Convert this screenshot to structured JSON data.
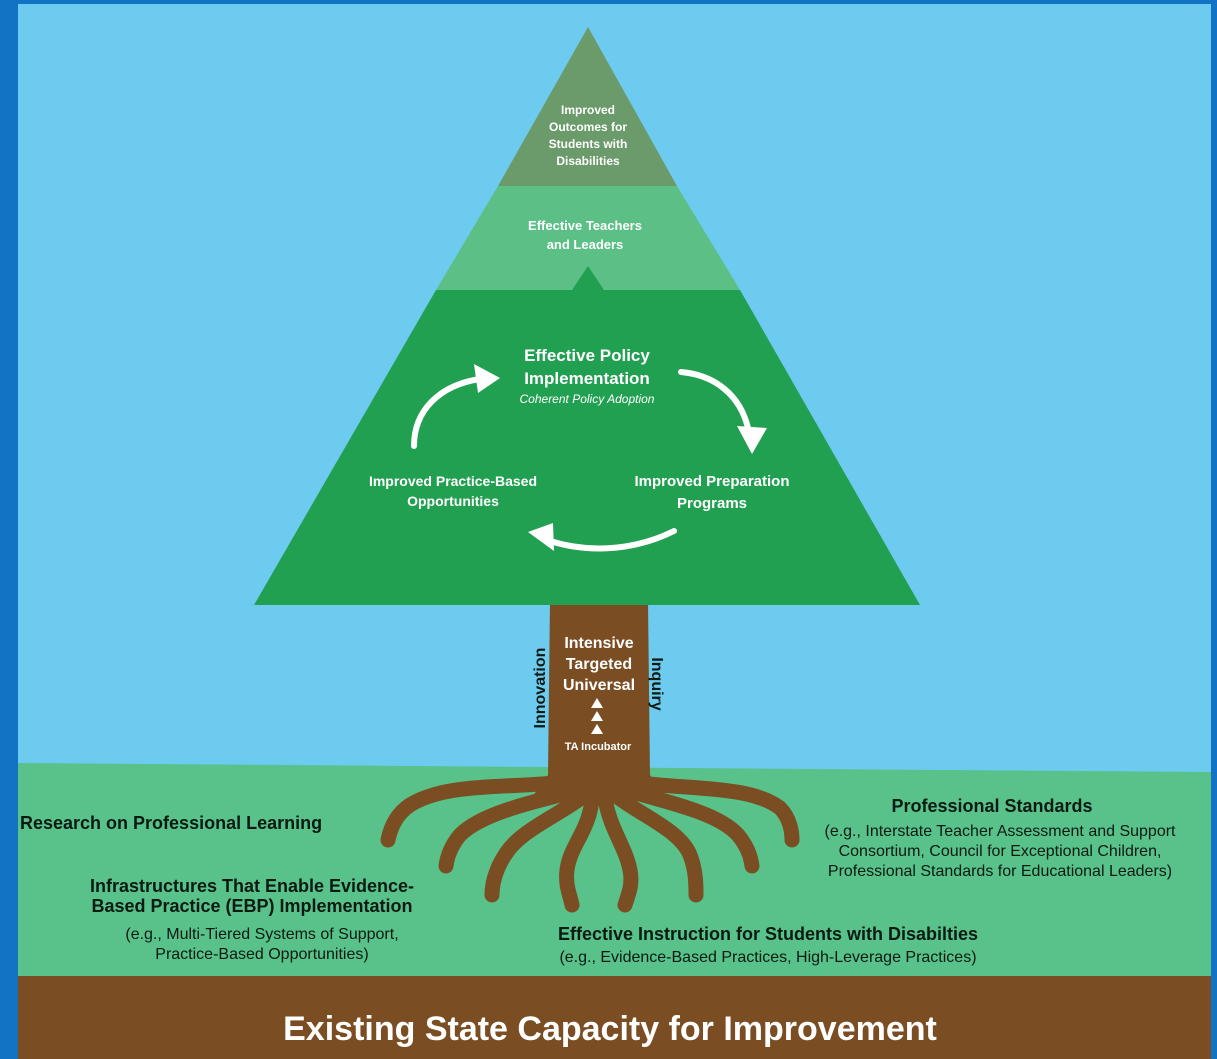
{
  "colors": {
    "frame": "#1273c4",
    "sky": "#6ecbf0",
    "tree_top": "#6b9a6b",
    "tree_middle": "#5bbf86",
    "tree_base": "#22a052",
    "grass": "#58c28a",
    "trunk": "#7a4e22",
    "soil": "#7a4e22",
    "text_dark": "#0b1a12",
    "text_light": "#ffffff"
  },
  "pyramid": {
    "top_label": [
      "Improved",
      "Outcomes for",
      "Students with",
      "Disabilities"
    ],
    "middle_label": [
      "Effective Teachers",
      "and Leaders"
    ],
    "cycle": {
      "top_title": [
        "Effective Policy",
        "Implementation"
      ],
      "top_subtitle": "Coherent Policy Adoption",
      "left_label": [
        "Improved Practice-Based",
        "Opportunities"
      ],
      "right_label": [
        "Improved Preparation",
        "Programs"
      ]
    }
  },
  "trunk": {
    "left_side": "Innovation",
    "right_side": "Inquiry",
    "tiers": [
      "Intensive",
      "Targeted",
      "Universal"
    ],
    "incubator": "TA Incubator"
  },
  "roots": {
    "research": "Research on Professional Learning",
    "infrastructure_title": [
      "Infrastructures That Enable Evidence-",
      "Based Practice (EBP) Implementation"
    ],
    "infrastructure_examples": [
      "(e.g., Multi-Tiered Systems of Support,",
      "Practice-Based Opportunities)"
    ],
    "standards_title": "Professional Standards",
    "standards_examples": [
      "(e.g., Interstate Teacher Assessment and Support",
      "Consortium, Council for Exceptional Children,",
      "Professional Standards for Educational Leaders)"
    ],
    "instruction_title": "Effective Instruction for Students with Disabilties",
    "instruction_examples": "(e.g., Evidence-Based Practices, High-Leverage Practices)"
  },
  "foundation": "Existing State Capacity for Improvement"
}
